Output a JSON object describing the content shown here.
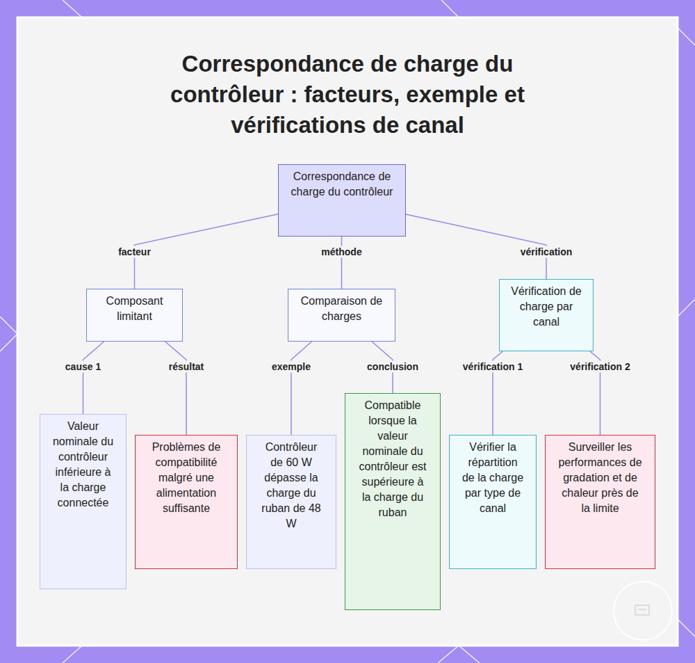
{
  "diagram": {
    "title": "Correspondance de charge du contrôleur : facteurs, exemple et vérifications de canal",
    "nodes": [
      {
        "text": [
          "Correspondance de charge du contrôleur"
        ]
      },
      {
        "text": [
          "Composant limitant"
        ]
      },
      {
        "text": [
          "Comparaison de charges"
        ]
      },
      {
        "text": [
          "Vérification de charge par canal"
        ]
      },
      {
        "text": [
          "Valeur nominale du contrôleur inférieure à la charge connectée"
        ]
      },
      {
        "text": [
          "Problèmes de compatibilité malgré une alimentation suffisante"
        ]
      },
      {
        "text": [
          "Contrôleur de 60 W dépasse la charge du ruban de 48 W"
        ]
      },
      {
        "text": [
          "Compatible lorsque la valeur nominale du contrôleur est supérieure à la charge du ruban"
        ]
      },
      {
        "text": [
          "Vérifier la répartition de la charge par type de canal"
        ]
      },
      {
        "text": [
          "Surveiller les performances de gradation et de chaleur près de la limite"
        ]
      }
    ],
    "edges": [
      {
        "from": 0,
        "to": 1,
        "label": "facteur",
        "arrow": "none"
      },
      {
        "from": 0,
        "to": 2,
        "label": "méthode",
        "arrow": "none"
      },
      {
        "from": 0,
        "to": 3,
        "label": "vérification",
        "arrow": "none"
      },
      {
        "from": 1,
        "to": 4,
        "label": "cause 1",
        "arrow": "none"
      },
      {
        "from": 1,
        "to": 5,
        "label": "résultat",
        "arrow": "none"
      },
      {
        "from": 2,
        "to": 6,
        "label": "exemple",
        "arrow": "none"
      },
      {
        "from": 2,
        "to": 7,
        "label": "conclusion",
        "arrow": "none"
      },
      {
        "from": 3,
        "to": 8,
        "label": "vérification 1",
        "arrow": "none"
      },
      {
        "from": 3,
        "to": 9,
        "label": "vérification 2",
        "arrow": "none"
      }
    ]
  }
}
